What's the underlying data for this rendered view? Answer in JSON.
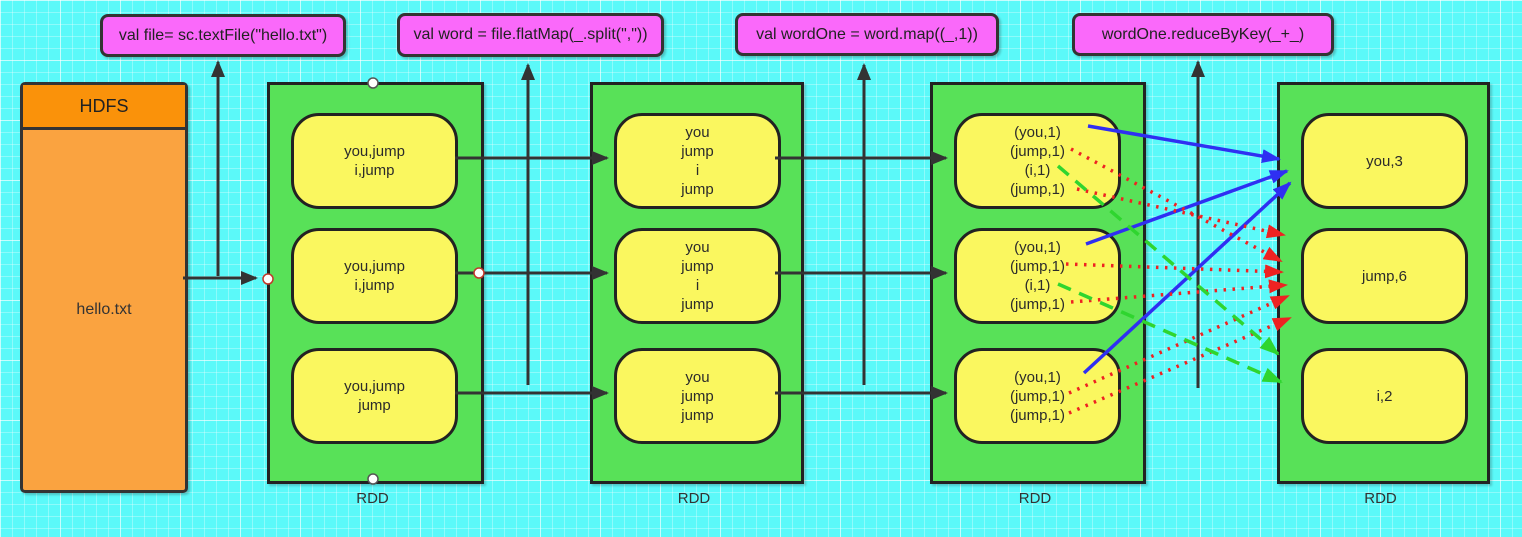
{
  "labels": [
    {
      "text": "val file= sc.textFile(\"hello.txt\")"
    },
    {
      "text": "val word = file.flatMap(_.split(\",\"))"
    },
    {
      "text": "val wordOne = word.map((_,1))"
    },
    {
      "text": "wordOne.reduceByKey(_+_)"
    }
  ],
  "hdfs": {
    "title": "HDFS",
    "file": "hello.txt"
  },
  "rdds": [
    {
      "caption": "RDD",
      "partitions": [
        "you,jump\ni,jump",
        "you,jump\ni,jump",
        "you,jump\njump"
      ]
    },
    {
      "caption": "RDD",
      "partitions": [
        "you\njump\ni\njump",
        "you\njump\ni\njump",
        "you\njump\njump"
      ]
    },
    {
      "caption": "RDD",
      "partitions": [
        "(you,1)\n(jump,1)\n(i,1)\n(jump,1)",
        "(you,1)\n(jump,1)\n(i,1)\n(jump,1)",
        "(you,1)\n(jump,1)\n(jump,1)"
      ]
    },
    {
      "caption": "RDD",
      "partitions": [
        "you,3",
        "jump,6",
        "i,2"
      ]
    }
  ],
  "colors": {
    "background": "#5BF9F9",
    "rdd_fill": "#58E158",
    "node_fill": "#FAF75F",
    "label_fill": "#FA69FA",
    "hdfs_header": "#FA920A",
    "hdfs_body": "#FAA340",
    "arrow_black": "#333333",
    "arrow_blue": "#2F2FF2",
    "arrow_red": "#EE2222",
    "arrow_green": "#2FD52F"
  }
}
